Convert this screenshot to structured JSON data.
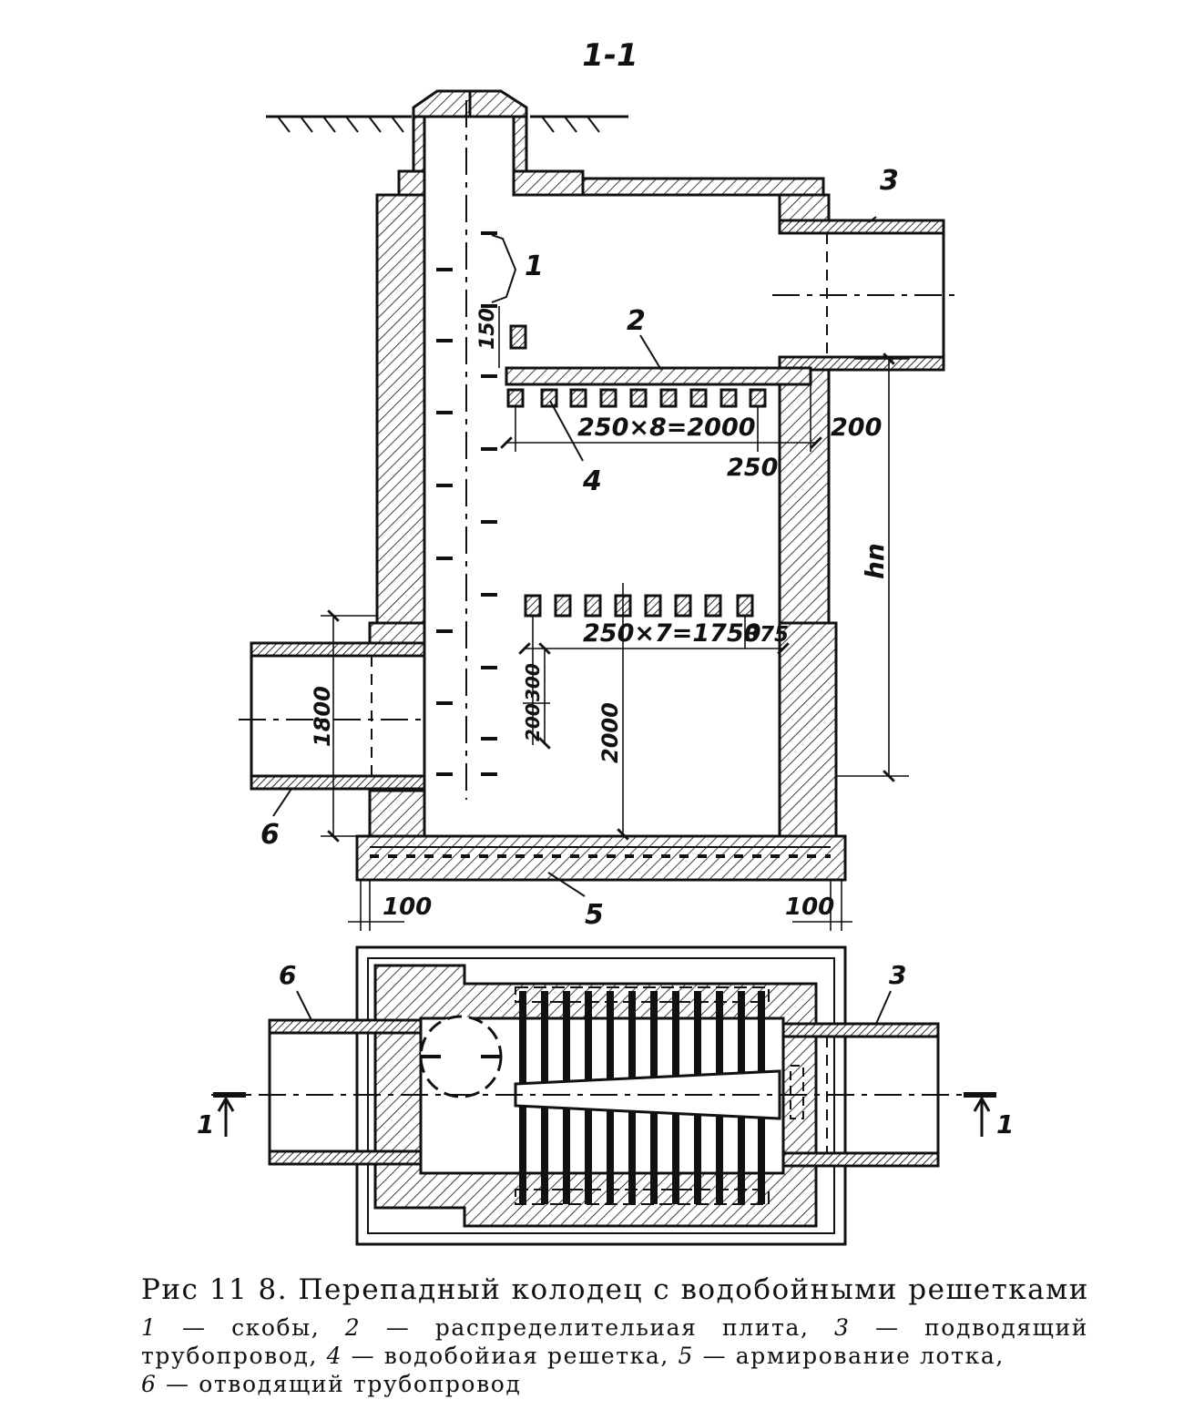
{
  "section_label": "1-1",
  "callouts": {
    "steps": "1",
    "distribution_plate": "2",
    "inlet_pipe": "3",
    "grating": "4",
    "tray_reinforcement": "5",
    "outlet_pipe": "6",
    "plan_inlet": "3",
    "plan_outlet": "6",
    "cut_left": "1",
    "cut_right": "1"
  },
  "dimensions": {
    "step_offset": "150",
    "upper_grating_span": "250×8=2000",
    "upper_grating_end": "250",
    "plate_offset": "200",
    "drop_height": "hn",
    "lower_grating_span": "250×7=1750",
    "lower_grating_end": "375",
    "outlet_diameter": "1800",
    "grating_gap_a": "300",
    "grating_gap_b": "200",
    "lower_grating_height": "2000",
    "base_left": "100",
    "base_right": "100"
  },
  "caption": {
    "title": "Рис  11 8. Перепадный колодец с водобойными решетками",
    "legend": [
      {
        "num": "1",
        "text": "скобы,"
      },
      {
        "num": "2",
        "text": "распределительиая плита,"
      },
      {
        "num": "3",
        "text": "подводящий трубопровод,"
      },
      {
        "num": "4",
        "text": "водобойиая решетка,"
      },
      {
        "num": "5",
        "text": "армирование лотка,"
      },
      {
        "num": "6",
        "text": "отводящий трубопровод"
      }
    ]
  }
}
